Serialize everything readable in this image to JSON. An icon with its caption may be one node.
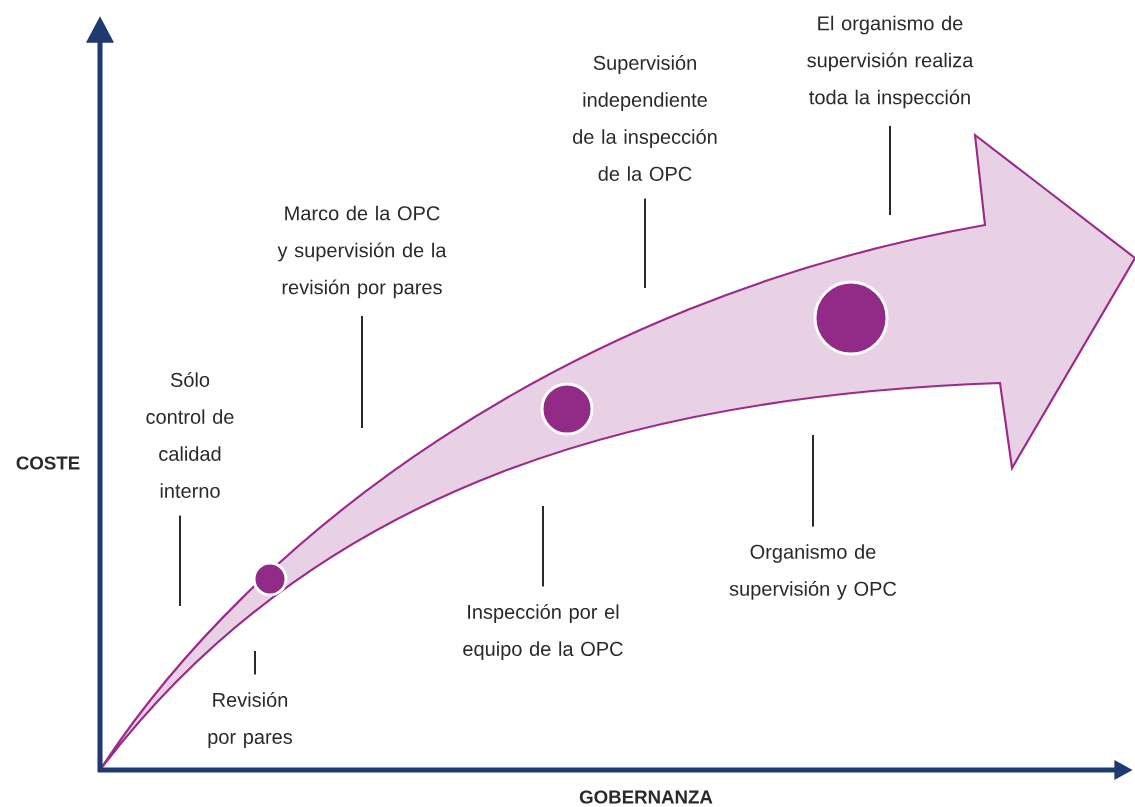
{
  "diagram": {
    "nodes": [
      {
        "text": [
          "Sólo control de calidad interno"
        ]
      },
      {
        "text": [
          "Revisión por pares"
        ]
      },
      {
        "text": [
          "Marco de la OPC y supervisión de la revisión por pares"
        ]
      },
      {
        "text": [
          "Inspección por el equipo de la OPC"
        ]
      },
      {
        "text": [
          "Supervisión independiente de la inspección de la OPC"
        ]
      },
      {
        "text": [
          "Organismo de supervisión y OPC"
        ]
      },
      {
        "text": [
          "El organismo de supervisión realiza toda la inspección"
        ]
      },
      {
        "text": [],
        "shape": "circle"
      },
      {
        "text": [],
        "shape": "circle"
      },
      {
        "text": [],
        "shape": "circle"
      }
    ],
    "edges": [
      {
        "from": 0,
        "to": null,
        "arrow": "none"
      },
      {
        "from": 1,
        "to": null,
        "arrow": "none"
      },
      {
        "from": 2,
        "to": null,
        "arrow": "none"
      },
      {
        "from": 3,
        "to": null,
        "arrow": "none"
      },
      {
        "from": 4,
        "to": null,
        "arrow": "none"
      },
      {
        "from": 5,
        "to": null,
        "arrow": "none"
      },
      {
        "from": 6,
        "to": null,
        "arrow": "none"
      }
    ],
    "labels": [
      "COSTE",
      "GOBERNANZA"
    ]
  }
}
